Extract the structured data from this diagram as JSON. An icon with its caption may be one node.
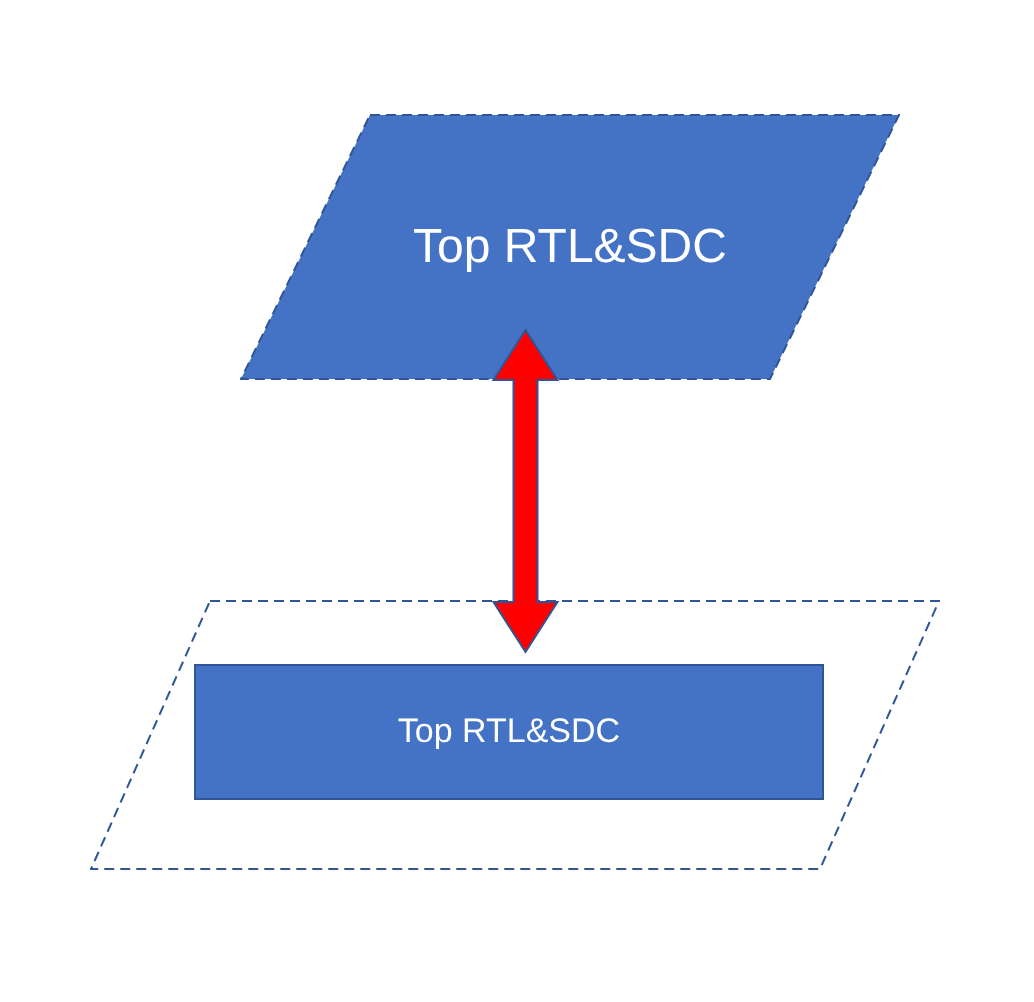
{
  "diagram": {
    "nodes": [
      {
        "text": [
          "Top RTL&SDC"
        ]
      },
      {
        "text": [],
        "shape": "parallelogram"
      },
      {
        "text": [
          "Top RTL&SDC"
        ],
        "in": 1
      }
    ],
    "edges": [
      {
        "from": 0,
        "to": 2,
        "arrow": "both",
        "style": "thick",
        "color": "#ff0000"
      }
    ]
  }
}
